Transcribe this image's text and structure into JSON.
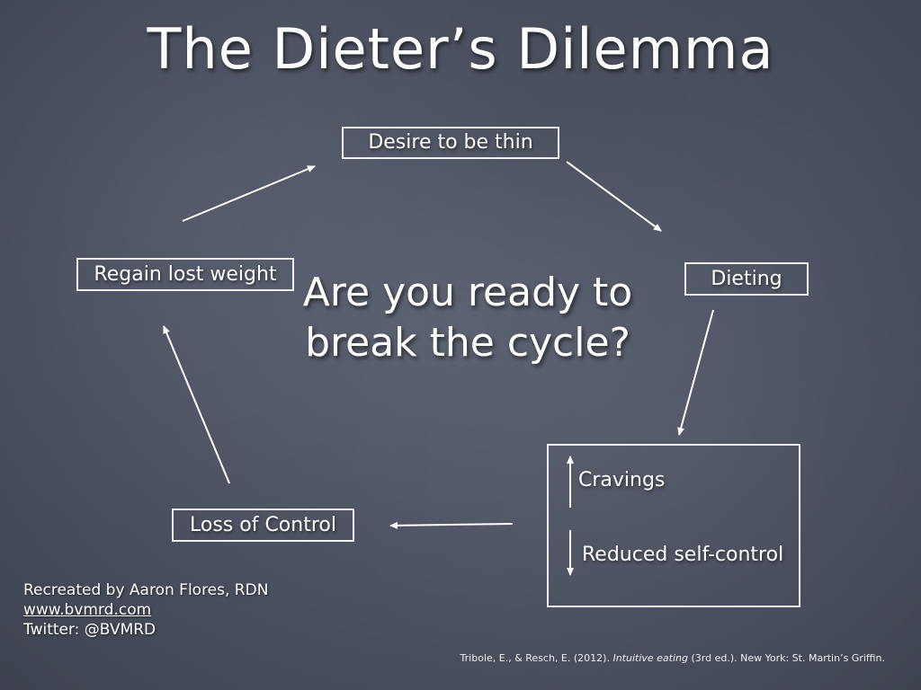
{
  "slide": {
    "title": "The Dieter’s Dilemma",
    "center_question": "Are you ready to break the cycle?"
  },
  "cycle": {
    "desire": "Desire to be thin",
    "dieting": "Dieting",
    "cravings": "Cravings",
    "reduced_self_control": "Reduced self-control",
    "loss_of_control": "Loss of Control",
    "regain": "Regain lost weight"
  },
  "credits": {
    "author": "Recreated by Aaron Flores, RDN",
    "website": "www.bvmrd.com",
    "twitter": "Twitter: @BVMRD"
  },
  "citation": {
    "before": "Tribole, E., & Resch, E. (2012). ",
    "book": "Intuitive eating",
    "after": " (3rd ed.). New York: St. Martin’s Griffin."
  }
}
